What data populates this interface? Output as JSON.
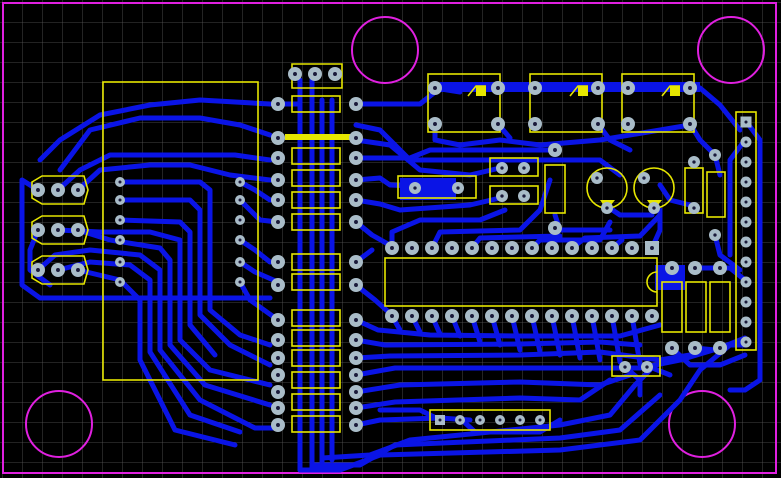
{
  "colors": {
    "background": "#000000",
    "grid": "#5a5a5a",
    "board_outline": "#e020e0",
    "copper": "#0a14e6",
    "silkscreen": "#e6e600",
    "pad": "#a9bcc8",
    "pad_hole": "#1a1a3a",
    "via": "#a9bcc8"
  },
  "board": {
    "layers": [
      "bottom-copper",
      "silkscreen",
      "board-outline"
    ],
    "mounting_holes": 4
  }
}
